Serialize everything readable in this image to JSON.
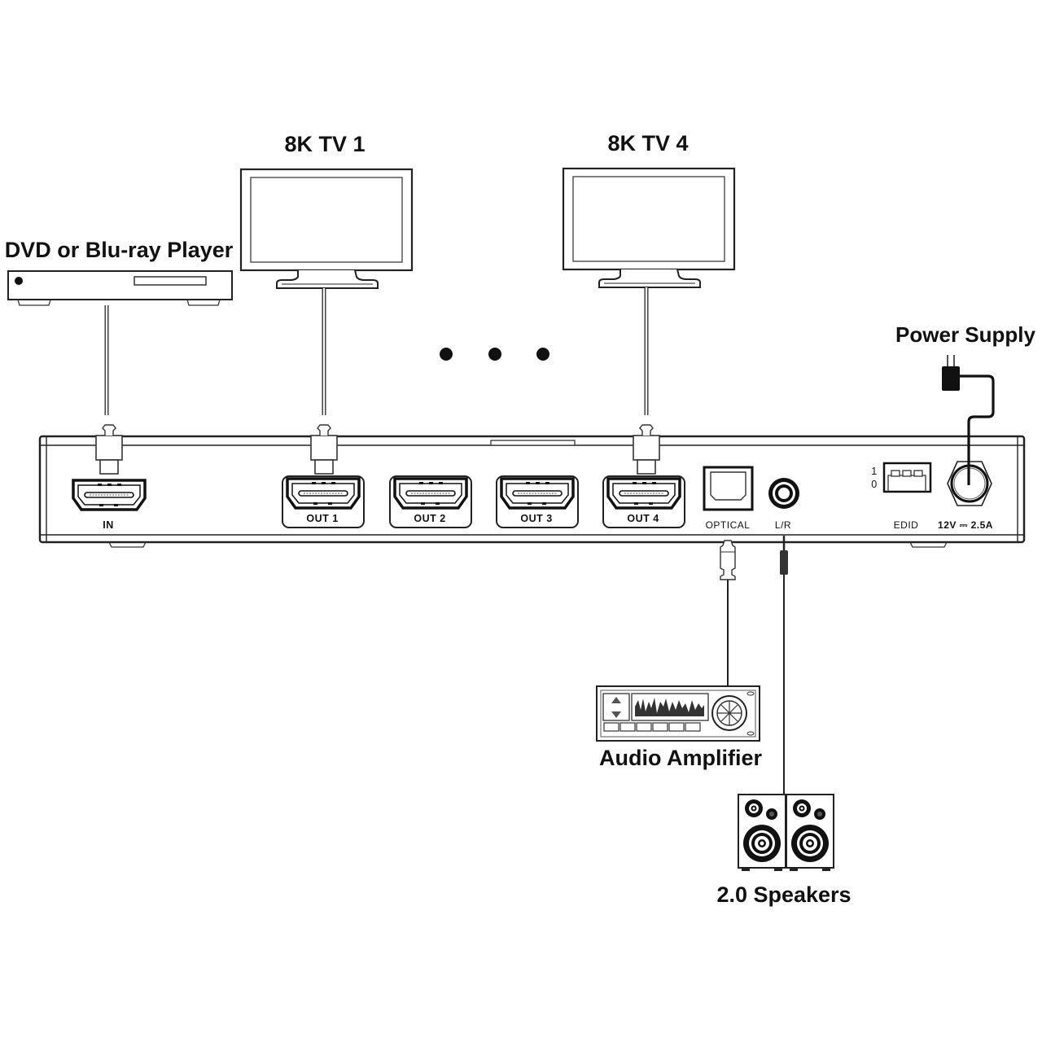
{
  "devices": {
    "source": {
      "label": "DVD or Blu-ray Player",
      "icon": "dvd-player-icon"
    },
    "tv1": {
      "label": "8K TV 1",
      "icon": "tv-icon"
    },
    "tv4": {
      "label": "8K TV 4",
      "icon": "tv-icon"
    },
    "ellipsis": {
      "icon": "ellipsis-dots-icon"
    },
    "power": {
      "label": "Power Supply",
      "icon": "power-adapter-icon"
    },
    "amplifier": {
      "label": "Audio Amplifier",
      "icon": "audio-amplifier-icon"
    },
    "speakers": {
      "label": "2.0 Speakers",
      "icon": "speakers-icon"
    }
  },
  "splitter": {
    "ports": {
      "in": "IN",
      "out1": "OUT 1",
      "out2": "OUT 2",
      "out3": "OUT 3",
      "out4": "OUT 4",
      "optical": "OPTICAL",
      "lr": "L/R",
      "edid": "EDID",
      "power": "12V ⎓ 2.5A"
    },
    "edid_switch": {
      "on": "1",
      "off": "0"
    }
  }
}
